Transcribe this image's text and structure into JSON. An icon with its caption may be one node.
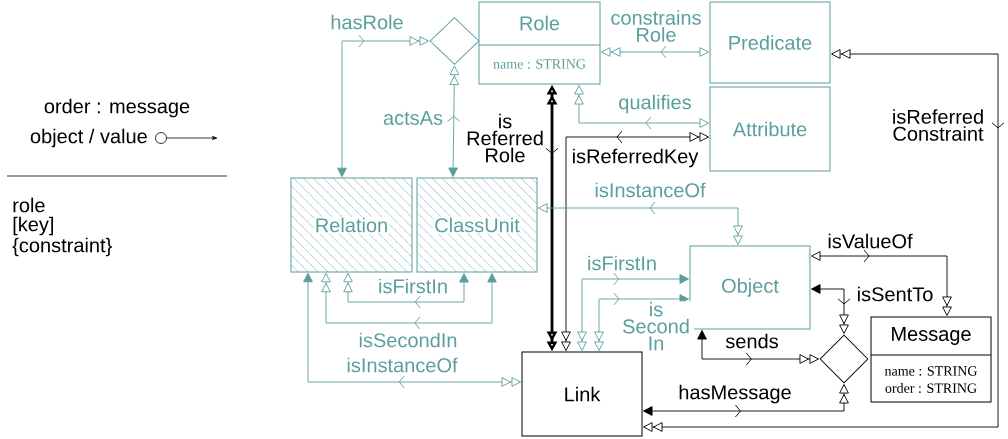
{
  "diagram": {
    "nodes": [
      {
        "text": [],
        "shape": "diamond"
      },
      {
        "text": [
          "Role",
          "name : STRING"
        ]
      },
      {
        "text": [
          "Predicate"
        ]
      },
      {
        "text": [
          "Attribute"
        ]
      },
      {
        "text": [
          "Relation"
        ]
      },
      {
        "text": [
          "ClassUnit"
        ]
      },
      {
        "text": [
          "Object"
        ]
      },
      {
        "text": [
          "Message",
          "name : STRING",
          "order : STRING"
        ]
      },
      {
        "text": [],
        "shape": "diamond"
      },
      {
        "text": [
          "Link"
        ]
      }
    ],
    "edges": [
      {
        "from": 4,
        "to": 0,
        "arrow": "both",
        "label": "hasRole"
      },
      {
        "from": 5,
        "to": 0,
        "arrow": "both",
        "label": "actsAs"
      },
      {
        "from": 2,
        "to": 1,
        "arrow": "both",
        "label": "constrains Role"
      },
      {
        "from": 1,
        "to": 3,
        "arrow": "both",
        "label": "qualifies"
      },
      {
        "from": 1,
        "to": 9,
        "arrow": "both",
        "label": "is Referred Role",
        "style": "thick",
        "color": "#000000"
      },
      {
        "from": 3,
        "to": 9,
        "arrow": "both",
        "label": "isReferredKey",
        "color": "#000000"
      },
      {
        "from": 5,
        "to": 6,
        "arrow": "both",
        "label": "isInstanceOf"
      },
      {
        "from": 4,
        "to": 5,
        "arrow": "both",
        "label": "isFirstIn"
      },
      {
        "from": 4,
        "to": 5,
        "arrow": "both",
        "label": "isSecondIn"
      },
      {
        "from": 4,
        "to": 9,
        "arrow": "both",
        "label": "isInstanceOf"
      },
      {
        "from": 9,
        "to": 6,
        "arrow": "both",
        "label": "isFirstIn"
      },
      {
        "from": 9,
        "to": 6,
        "arrow": "both",
        "label": "is Second In"
      },
      {
        "from": 6,
        "to": 7,
        "arrow": "both",
        "label": "isValueOf",
        "color": "#000000"
      },
      {
        "from": 6,
        "to": 8,
        "arrow": "both",
        "label": "isSentTo",
        "color": "#000000"
      },
      {
        "from": 6,
        "to": 8,
        "arrow": "both",
        "label": "sends",
        "color": "#000000"
      },
      {
        "from": 9,
        "to": 8,
        "arrow": "both",
        "label": "hasMessage",
        "color": "#000000"
      },
      {
        "from": 2,
        "to": 9,
        "arrow": "both",
        "label": "isReferred Constraint",
        "color": "#000000"
      }
    ],
    "labels": [
      "order : message",
      "object / value",
      "role",
      "[key]",
      "{constraint}"
    ]
  }
}
